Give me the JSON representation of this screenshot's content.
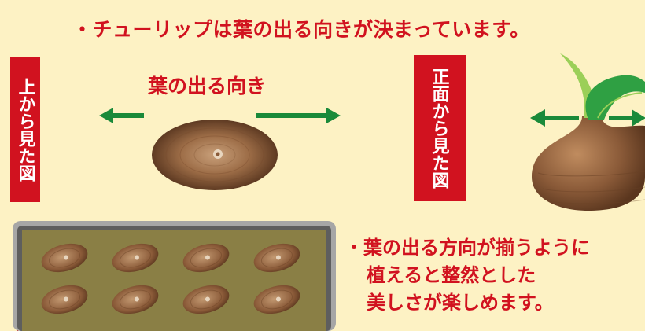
{
  "headline": "・チューリップは葉の出る向きが決まっています。",
  "top_view_label": "上から見た図",
  "leaf_direction_label": "葉の出る向き",
  "front_view_label_col1": "正面から",
  "front_view_label_col2": "見た図",
  "note_lines": [
    "・葉の出る方向が揃うように",
    "植えると整然とした",
    "美しさが楽しめます。"
  ],
  "colors": {
    "accent_red": "#d1121f",
    "arrow_green": "#1a8a3a",
    "bulb_brown": "#8a5a38",
    "tray_olive": "#8a7f45",
    "leaf_green": "#2fa043",
    "background": "#fdf2c4"
  }
}
